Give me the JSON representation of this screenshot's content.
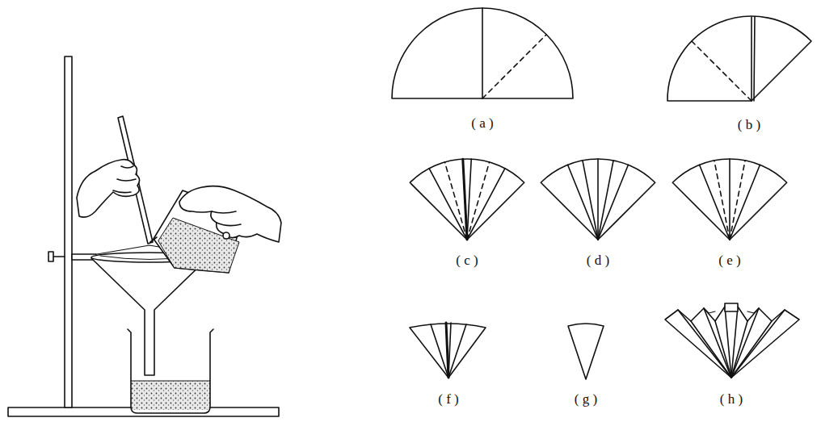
{
  "diagram": {
    "labels": [
      "( a )",
      "( b )",
      "( c )",
      "( d )",
      "( e )",
      "( f )",
      "( g )",
      "( h )"
    ]
  }
}
